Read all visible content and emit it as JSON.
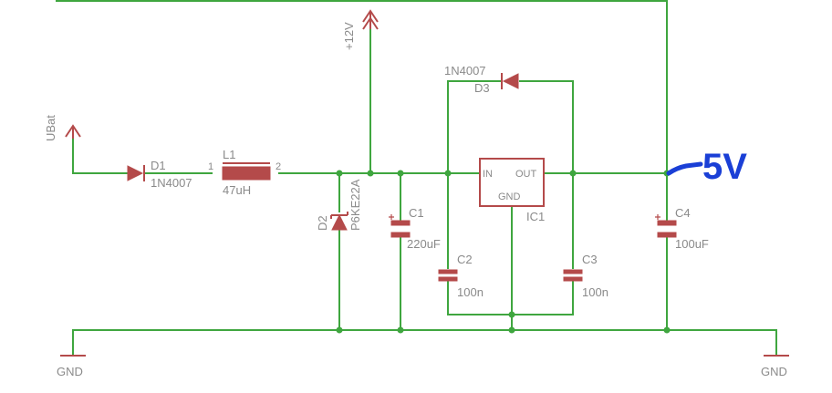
{
  "labels": {
    "ubat": "UBat",
    "plus12": "+12V",
    "gnd_left": "GND",
    "gnd_right": "GND",
    "annotation": "5V"
  },
  "components": {
    "d1": {
      "name": "D1",
      "value": "1N4007"
    },
    "l1": {
      "name": "L1",
      "value": "47uH",
      "pin1": "1",
      "pin2": "2"
    },
    "d2": {
      "name": "D2",
      "value": "P6KE22A"
    },
    "d3": {
      "name": "D3",
      "value": "1N4007"
    },
    "c1": {
      "name": "C1",
      "value": "220uF"
    },
    "c2": {
      "name": "C2",
      "value": "100n"
    },
    "c3": {
      "name": "C3",
      "value": "100n"
    },
    "c4": {
      "name": "C4",
      "value": "100uF"
    },
    "ic1": {
      "name": "IC1",
      "pin_in": "IN",
      "pin_out": "OUT",
      "pin_gnd": "GND"
    }
  },
  "colors": {
    "wire": "#3fa63f",
    "component": "#b44a4a",
    "text": "#8a8a8a",
    "annotation": "#1a3fd6"
  }
}
